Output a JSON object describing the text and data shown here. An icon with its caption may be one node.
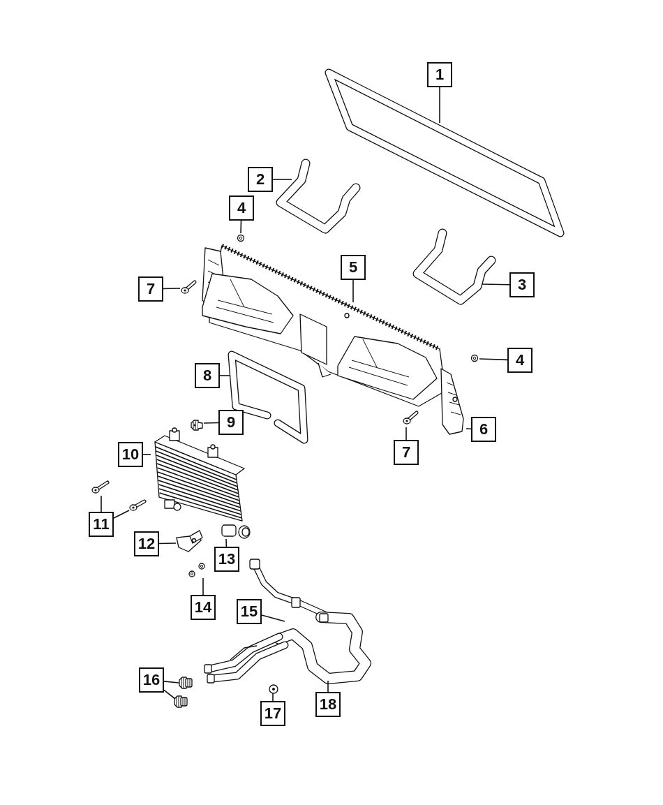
{
  "diagram": {
    "nodes": [
      {
        "text": [
          "1"
        ]
      },
      {
        "text": [
          "2"
        ]
      },
      {
        "text": [
          "4"
        ]
      },
      {
        "text": [
          "5"
        ]
      },
      {
        "text": [
          "3"
        ]
      },
      {
        "text": [
          "7"
        ]
      },
      {
        "text": [
          "4"
        ]
      },
      {
        "text": [
          "8"
        ]
      },
      {
        "text": [
          "6"
        ]
      },
      {
        "text": [
          "9"
        ]
      },
      {
        "text": [
          "7"
        ]
      },
      {
        "text": [
          "10"
        ]
      },
      {
        "text": [
          "11"
        ]
      },
      {
        "text": [
          "12"
        ]
      },
      {
        "text": [
          "13"
        ]
      },
      {
        "text": [
          "14"
        ]
      },
      {
        "text": [
          "15"
        ]
      },
      {
        "text": [
          "16"
        ]
      },
      {
        "text": [
          "17"
        ]
      },
      {
        "text": [
          "18"
        ]
      },
      {
        "text": [],
        "shape": "picture"
      },
      {
        "text": [],
        "shape": "picture"
      },
      {
        "text": [],
        "shape": "picture"
      },
      {
        "text": [],
        "shape": "picture"
      },
      {
        "text": [],
        "shape": "picture"
      },
      {
        "text": [],
        "shape": "picture"
      },
      {
        "text": [],
        "shape": "picture"
      },
      {
        "text": [],
        "shape": "picture"
      },
      {
        "text": [],
        "shape": "picture"
      },
      {
        "text": [],
        "shape": "picture"
      },
      {
        "text": [],
        "shape": "picture"
      },
      {
        "text": [],
        "shape": "picture"
      },
      {
        "text": [],
        "shape": "picture"
      },
      {
        "text": [],
        "shape": "picture"
      },
      {
        "text": [],
        "shape": "picture"
      },
      {
        "text": [],
        "shape": "picture"
      },
      {
        "text": [],
        "shape": "picture"
      },
      {
        "text": [],
        "shape": "picture"
      },
      {
        "text": [],
        "shape": "picture"
      },
      {
        "text": [],
        "shape": "picture"
      },
      {
        "text": [],
        "shape": "picture"
      },
      {
        "text": [],
        "shape": "picture"
      }
    ],
    "edges": [
      {
        "from": 0,
        "to": 20,
        "arrow": "none"
      },
      {
        "from": 1,
        "to": 21,
        "arrow": "none"
      },
      {
        "from": 2,
        "to": 23,
        "arrow": "none"
      },
      {
        "from": 3,
        "to": 24,
        "arrow": "none"
      },
      {
        "from": 4,
        "to": 22,
        "arrow": "none"
      },
      {
        "from": 5,
        "to": 25,
        "arrow": "none"
      },
      {
        "from": 6,
        "to": 26,
        "arrow": "none"
      },
      {
        "from": 7,
        "to": 27,
        "arrow": "none"
      },
      {
        "from": 8,
        "to": 28,
        "arrow": "none"
      },
      {
        "from": 9,
        "to": 29,
        "arrow": "none"
      },
      {
        "from": 10,
        "to": 31,
        "arrow": "none"
      },
      {
        "from": 11,
        "to": 30,
        "arrow": "none"
      },
      {
        "from": 12,
        "to": 32,
        "arrow": "none"
      },
      {
        "from": 12,
        "to": 33,
        "arrow": "none"
      },
      {
        "from": 13,
        "to": 34,
        "arrow": "none"
      },
      {
        "from": 14,
        "to": 35,
        "arrow": "none"
      },
      {
        "from": 15,
        "to": 36,
        "arrow": "none"
      },
      {
        "from": 16,
        "to": 37,
        "arrow": "none"
      },
      {
        "from": 17,
        "to": 38,
        "arrow": "none"
      },
      {
        "from": 17,
        "to": 39,
        "arrow": "none"
      },
      {
        "from": 18,
        "to": 40,
        "arrow": "none"
      },
      {
        "from": 19,
        "to": 41,
        "arrow": "none"
      }
    ]
  }
}
